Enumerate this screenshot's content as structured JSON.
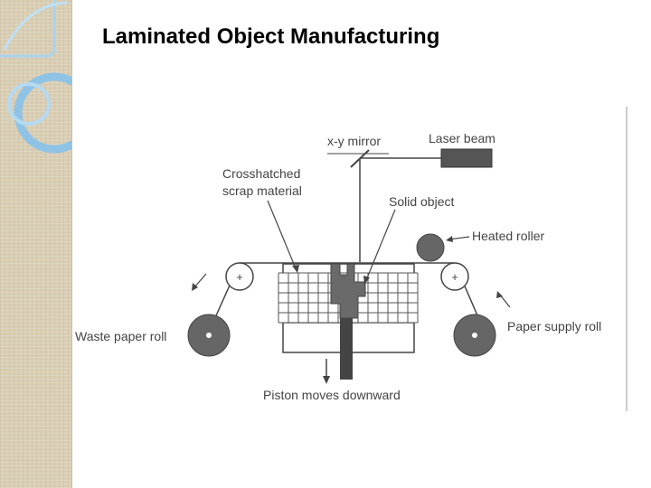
{
  "slide": {
    "title": "Laminated Object Manufacturing"
  },
  "diagram": {
    "labels": {
      "xy_mirror": "x-y mirror",
      "laser_beam": "Laser beam",
      "crosshatched_line1": "Crosshatched",
      "crosshatched_line2": "scrap material",
      "solid_object": "Solid object",
      "heated_roller": "Heated roller",
      "waste_paper_roll": "Waste paper roll",
      "paper_supply_roll": "Paper supply roll",
      "piston_moves": "Piston moves downward"
    }
  },
  "colors": {
    "strip_texture": "#d9ceb4",
    "swirl_blue": "#8fc3e6",
    "diagram_ink": "#444444",
    "dark_fill": "#555555"
  }
}
